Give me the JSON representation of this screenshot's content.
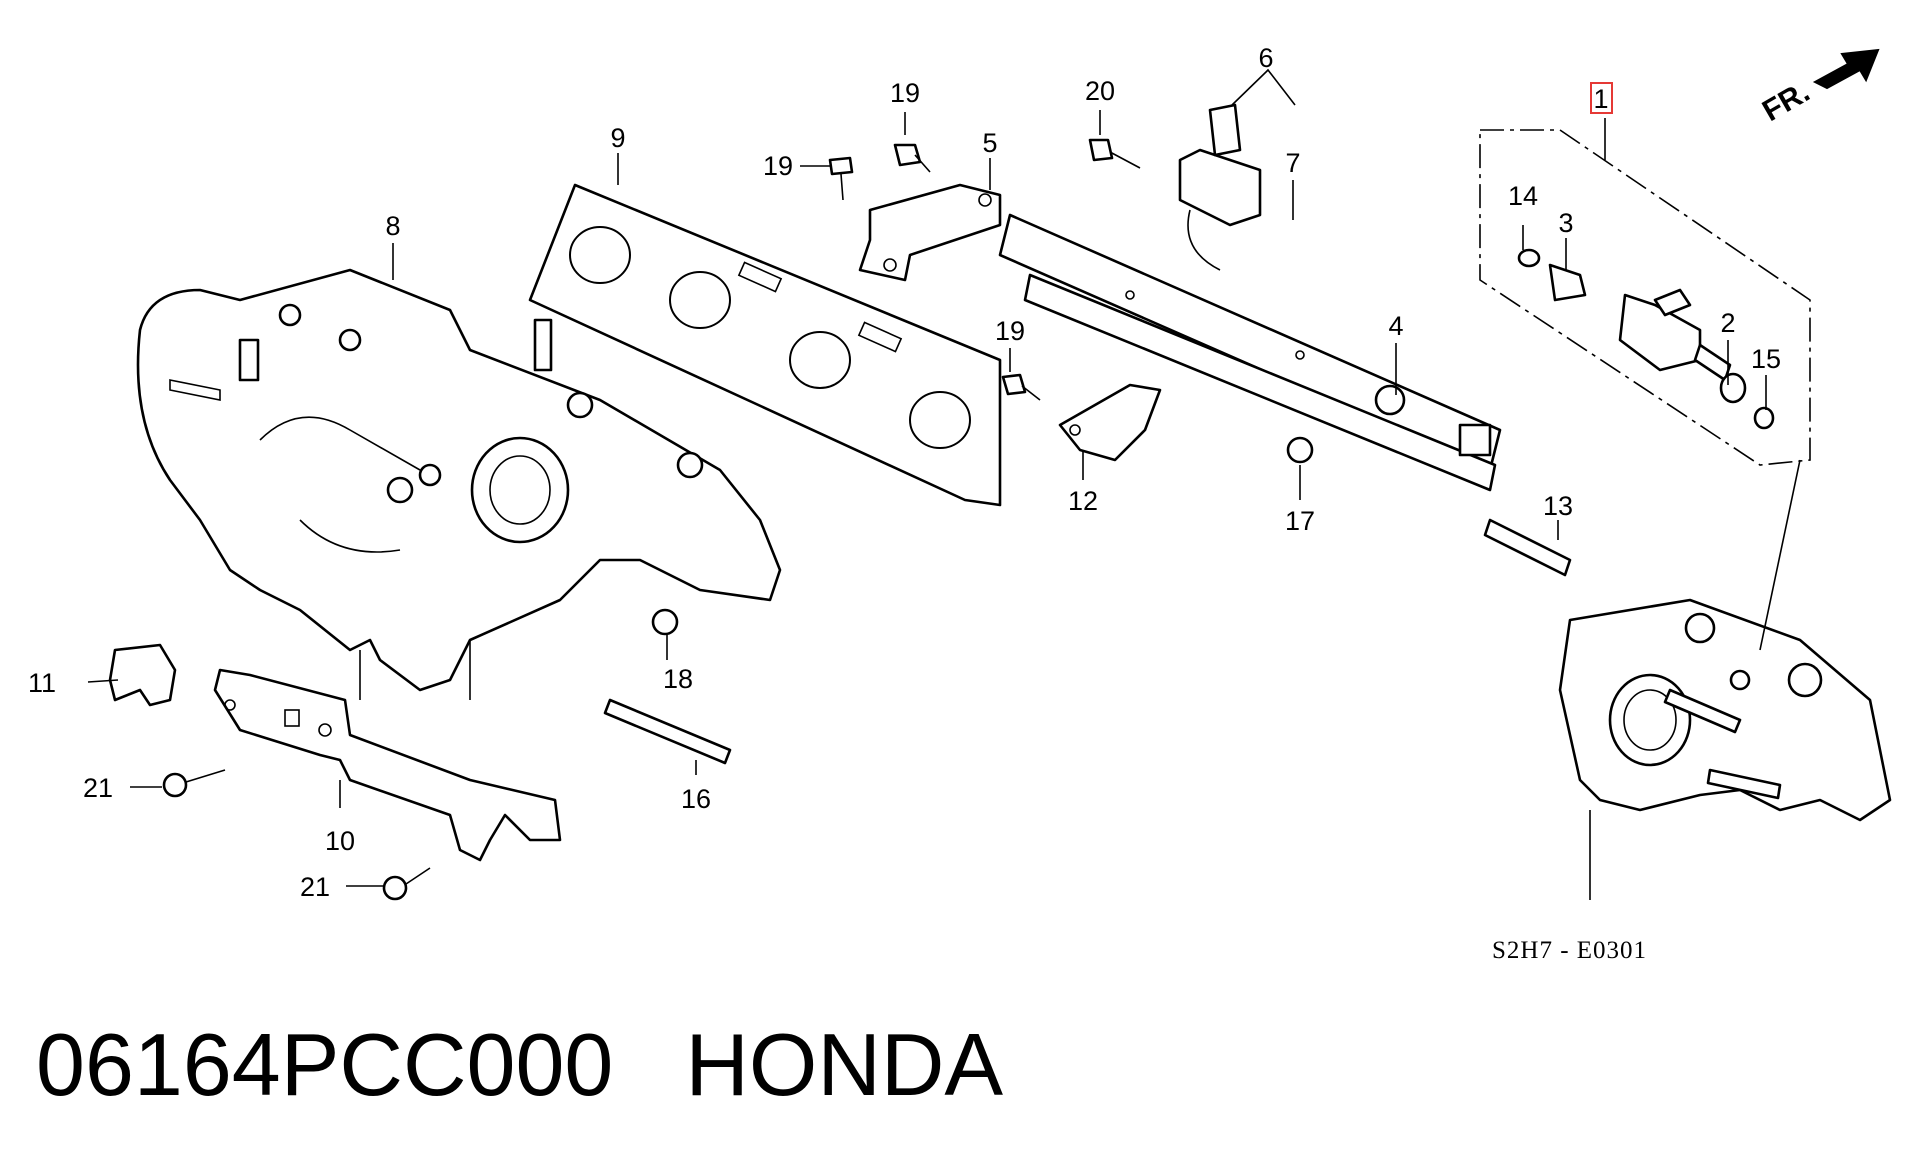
{
  "callouts": [
    "1",
    "2",
    "3",
    "4",
    "5",
    "6",
    "7",
    "8",
    "9",
    "10",
    "11",
    "12",
    "13",
    "14",
    "15",
    "16",
    "17",
    "18",
    "19",
    "19",
    "19",
    "20",
    "21",
    "21"
  ],
  "direction_marker": "FR.",
  "diagram_reference": "S2H7 - E0301",
  "part_number": "06164PCC000",
  "brand": "HONDA",
  "highlight_color": "#e53935"
}
